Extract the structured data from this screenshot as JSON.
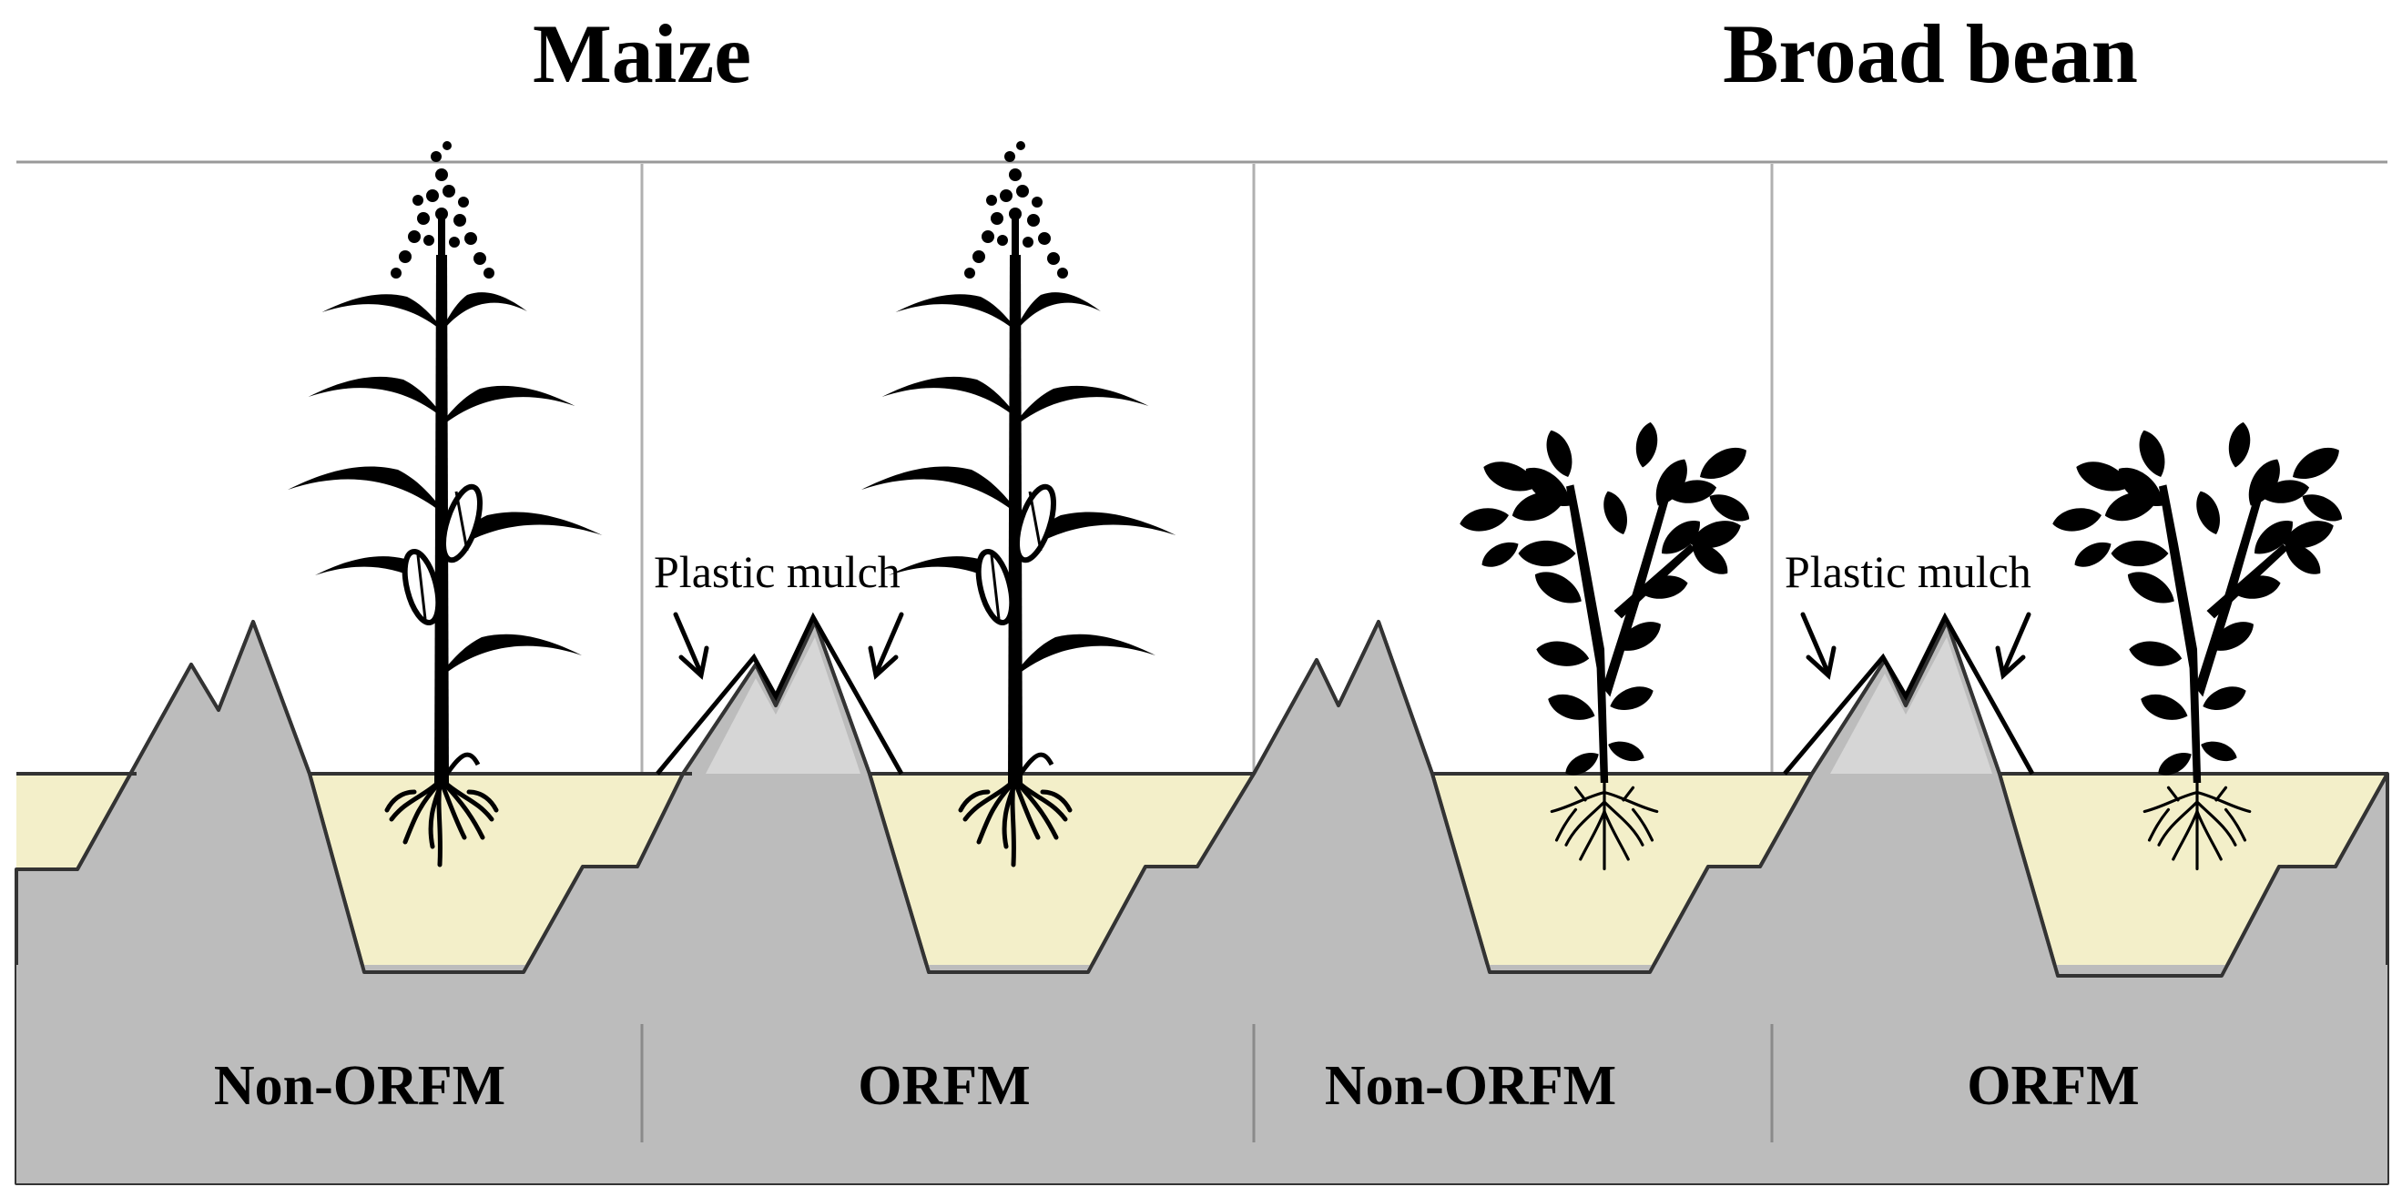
{
  "titles": {
    "left": "Maize",
    "right": "Broad bean"
  },
  "annotations": {
    "mulch_left": "Plastic mulch",
    "mulch_right": "Plastic mulch"
  },
  "treatments": [
    "Non-ORFM",
    "ORFM",
    "Non-ORFM",
    "ORFM"
  ],
  "crops": [
    "maize",
    "maize",
    "broad-bean",
    "broad-bean"
  ],
  "colors": {
    "soil": "#bcbcbc",
    "furrow": "#f3efc9",
    "outline": "#333333",
    "ridge_inner": "#d9d9d9",
    "mulch": "#000000"
  }
}
